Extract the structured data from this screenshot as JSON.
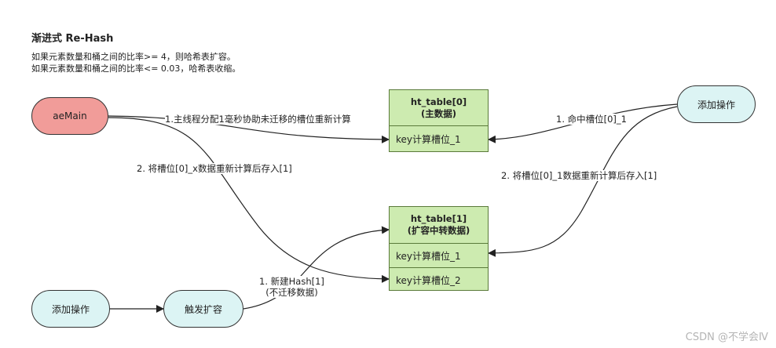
{
  "title": "渐进式 Re-Hash",
  "desc": [
    "如果元素数量和桶之间的比率>= 4，则哈希表扩容。",
    "如果元素数量和桶之间的比率<= 0.03，哈希表收缩。"
  ],
  "nodes": {
    "aemain": "aeMain",
    "add_top": "添加操作",
    "add_bottom": "添加操作",
    "trigger": "触发扩容"
  },
  "table0": {
    "name": "ht_table[0]",
    "sub": "(主数据)",
    "row1": "key计算槽位_1"
  },
  "table1": {
    "name": "ht_table[1]",
    "sub": "(扩容中转数据)",
    "row1": "key计算槽位_1",
    "row2": "key计算槽位_2"
  },
  "edges": {
    "main_to_t0": "1.主线程分配1毫秒协助未迁移的槽位重新计算",
    "main_to_t1": "2. 将槽位[0]_x数据重新计算后存入[1]",
    "add_to_t0": "1. 命中槽位[0]_1",
    "add_to_t1": "2. 将槽位[0]_1数据重新计算后存入[1]",
    "trigger_to_t1_a": "1. 新建Hash[1]",
    "trigger_to_t1_b": "(不迁移数据)"
  },
  "watermark": "CSDN @不学会Ⅳ"
}
